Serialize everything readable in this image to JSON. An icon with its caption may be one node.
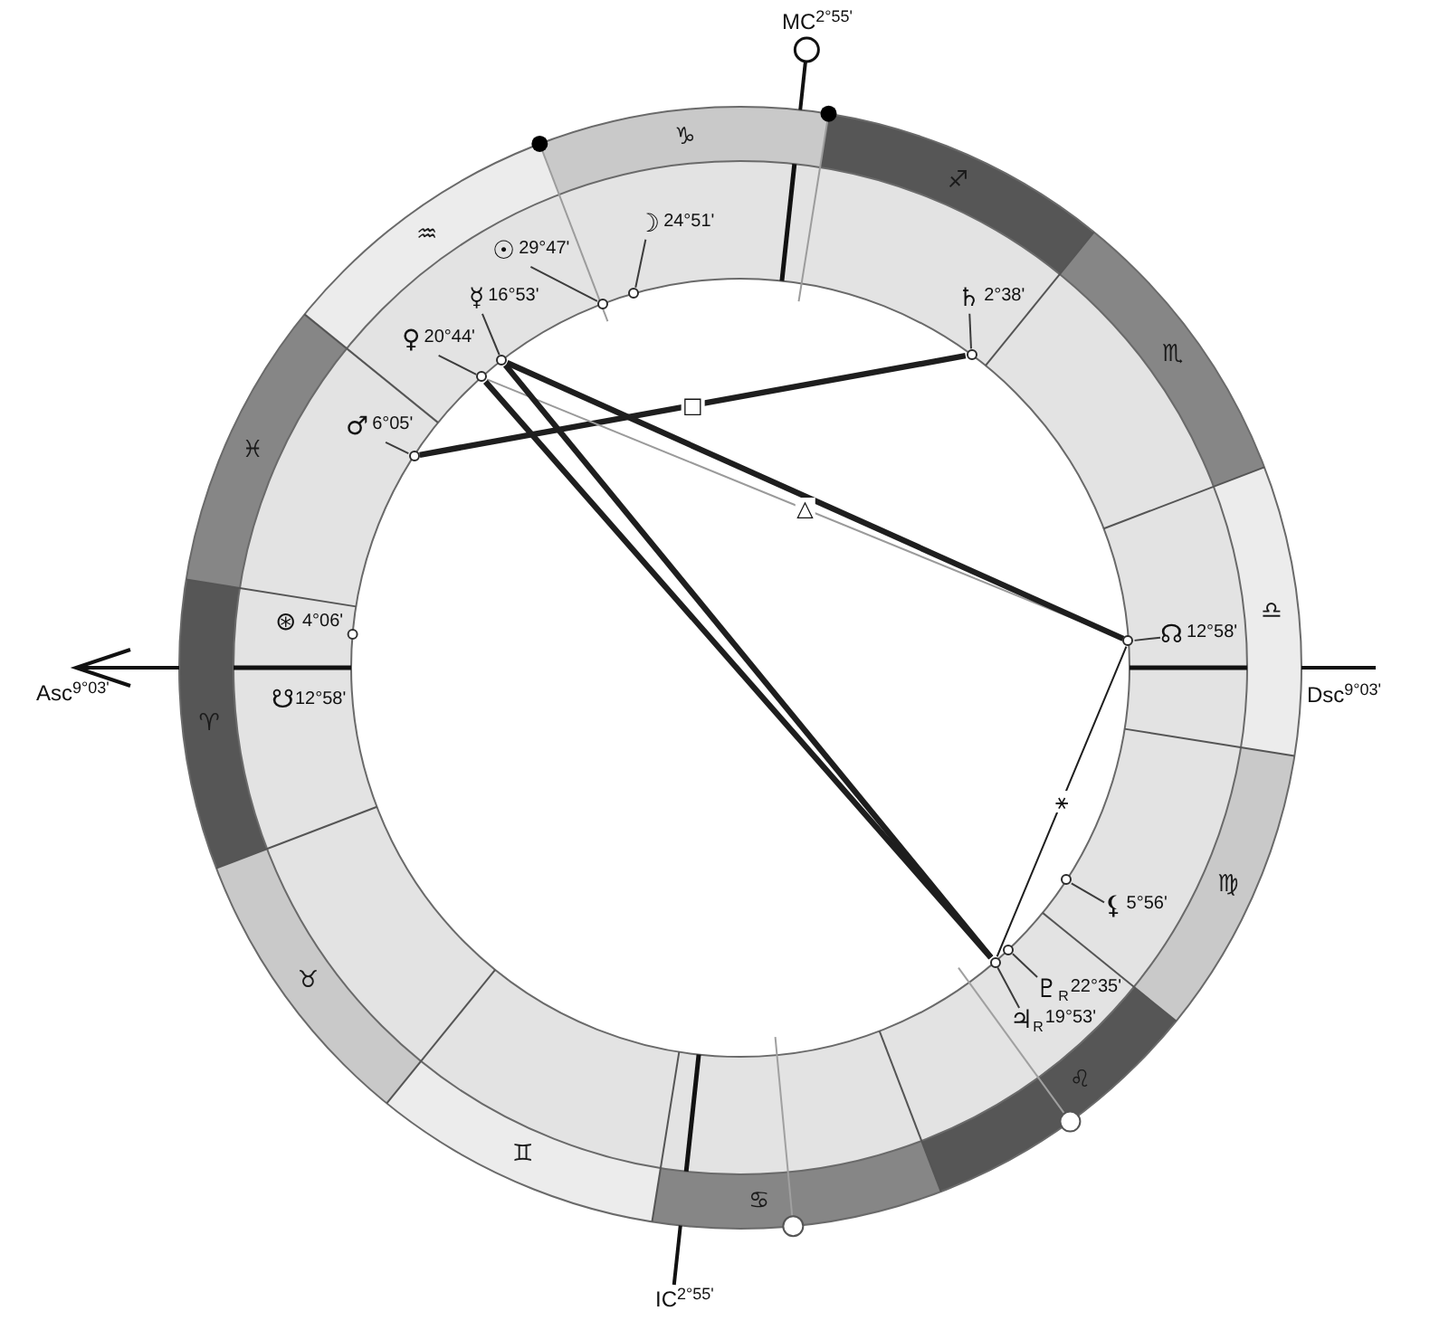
{
  "diagram": {
    "nodes": [
      {
        "text": [
          "☽",
          "24°51'"
        ]
      },
      {
        "text": [
          "☉",
          "29°47'"
        ]
      },
      {
        "text": [
          "♄",
          "2°38'"
        ]
      },
      {
        "text": [
          "☿",
          "16°53'"
        ]
      },
      {
        "text": [
          "♀",
          "20°44'"
        ]
      },
      {
        "text": [
          "♂",
          "6°05'"
        ]
      },
      {
        "text": [
          "☊",
          "12°58'"
        ]
      },
      {
        "text": [
          "⚸",
          "5°56'"
        ]
      },
      {
        "text": [
          "♇$_{R}$",
          "22°35'"
        ]
      },
      {
        "text": [
          "♃$_{R}$",
          "19°53'"
        ]
      },
      {
        "text": [],
        "shape": "circle"
      },
      {
        "text": [],
        "shape": "circle"
      },
      {
        "text": [],
        "shape": "circle"
      },
      {
        "text": [],
        "shape": "circle"
      },
      {
        "text": [],
        "shape": "circle"
      },
      {
        "text": [],
        "shape": "circle"
      },
      {
        "text": [],
        "shape": "circle"
      },
      {
        "text": [],
        "shape": "circle"
      },
      {
        "text": [],
        "shape": "circle"
      },
      {
        "text": [],
        "shape": "circle"
      }
    ],
    "edges": [
      {
        "from": 0,
        "to": 10,
        "arrow": "none"
      },
      {
        "from": 1,
        "to": 11,
        "arrow": "none"
      },
      {
        "from": 2,
        "to": 12,
        "arrow": "none"
      },
      {
        "from": 3,
        "to": 13,
        "arrow": "none"
      },
      {
        "from": 4,
        "to": 14,
        "arrow": "none"
      },
      {
        "from": 5,
        "to": 15,
        "arrow": "none"
      },
      {
        "from": 6,
        "to": 16,
        "arrow": "none"
      },
      {
        "from": 7,
        "to": 17,
        "arrow": "none"
      },
      {
        "from": 8,
        "to": 18,
        "arrow": "none"
      },
      {
        "from": 9,
        "to": 19,
        "arrow": "none"
      },
      {
        "from": 15,
        "to": 12,
        "arrow": "none",
        "label": "□",
        "style": "thick"
      },
      {
        "from": 14,
        "to": 16,
        "arrow": "none",
        "label": "△",
        "color": "#9a9a9a"
      },
      {
        "from": 13,
        "to": 16,
        "arrow": "none",
        "style": "thick"
      },
      {
        "from": 14,
        "to": 19,
        "arrow": "none",
        "style": "thick"
      },
      {
        "from": 13,
        "to": 19,
        "arrow": "none",
        "style": "thick"
      },
      {
        "from": 16,
        "to": 19,
        "arrow": "none",
        "label": "⚹"
      }
    ],
    "labels": [
      "MC$^{2°55'}$",
      "♑",
      "♐",
      "♒",
      "♏",
      "♓",
      "♎",
      "⊛",
      "4°06'",
      "Asc$^{9°03'}$",
      "☋",
      "12°58'",
      "Dsc$^{9°03'}$",
      "♈",
      "♍",
      "♉",
      "♌",
      "♊",
      "♋",
      "IC$^{2°55'}$"
    ]
  }
}
